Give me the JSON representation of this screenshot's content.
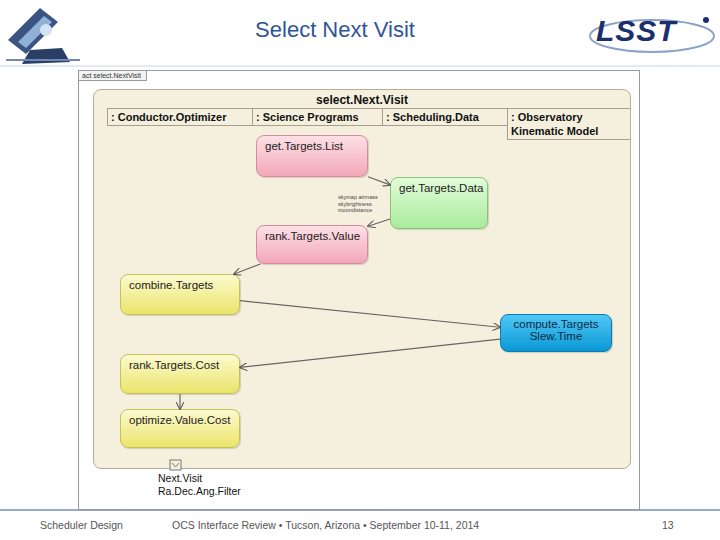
{
  "diagram": {
    "title": "Select Next Visit",
    "nodes": [
      {
        "text": [
          "act select.NextVisit"
        ]
      },
      {
        "text": [
          "select.Next.Visit"
        ],
        "in": 0
      },
      {
        "text": [
          ": Conductor.Optimizer"
        ],
        "in": 1
      },
      {
        "text": [
          ": Science Programs"
        ],
        "in": 1
      },
      {
        "text": [
          ": Scheduling.Data"
        ],
        "in": 1
      },
      {
        "text": [
          ": Observatory Kinematic Model"
        ],
        "in": 1
      },
      {
        "text": [
          "get.Targets.List"
        ],
        "in": 3
      },
      {
        "text": [
          "get.Targets.Data"
        ],
        "in": 4
      },
      {
        "text": [
          "rank.Targets.Value"
        ],
        "in": 3
      },
      {
        "text": [
          "combine.Targets"
        ],
        "in": 2
      },
      {
        "text": [
          "compute.Targets Slew.Time"
        ],
        "in": 5
      },
      {
        "text": [
          "rank.Targets.Cost"
        ],
        "in": 2
      },
      {
        "text": [
          "optimize.Value.Cost"
        ],
        "in": 2
      }
    ],
    "edges": [
      {
        "from": 6,
        "to": 7,
        "arrow": "to"
      },
      {
        "from": 7,
        "to": 8,
        "arrow": "to"
      },
      {
        "from": 8,
        "to": 9,
        "arrow": "to"
      },
      {
        "from": 9,
        "to": 10,
        "arrow": "to"
      },
      {
        "from": 10,
        "to": 11,
        "arrow": "to"
      },
      {
        "from": 11,
        "to": 12,
        "arrow": "to"
      }
    ],
    "labels": [
      "LSST",
      "skymap airmass skybrightness moondistance",
      "Next.Visit",
      "Ra.Dec.Ang.Filter",
      "Scheduler Design",
      "OCS Interface Review • Tucson, Arizona • September 10-11, 2014",
      "13"
    ]
  }
}
